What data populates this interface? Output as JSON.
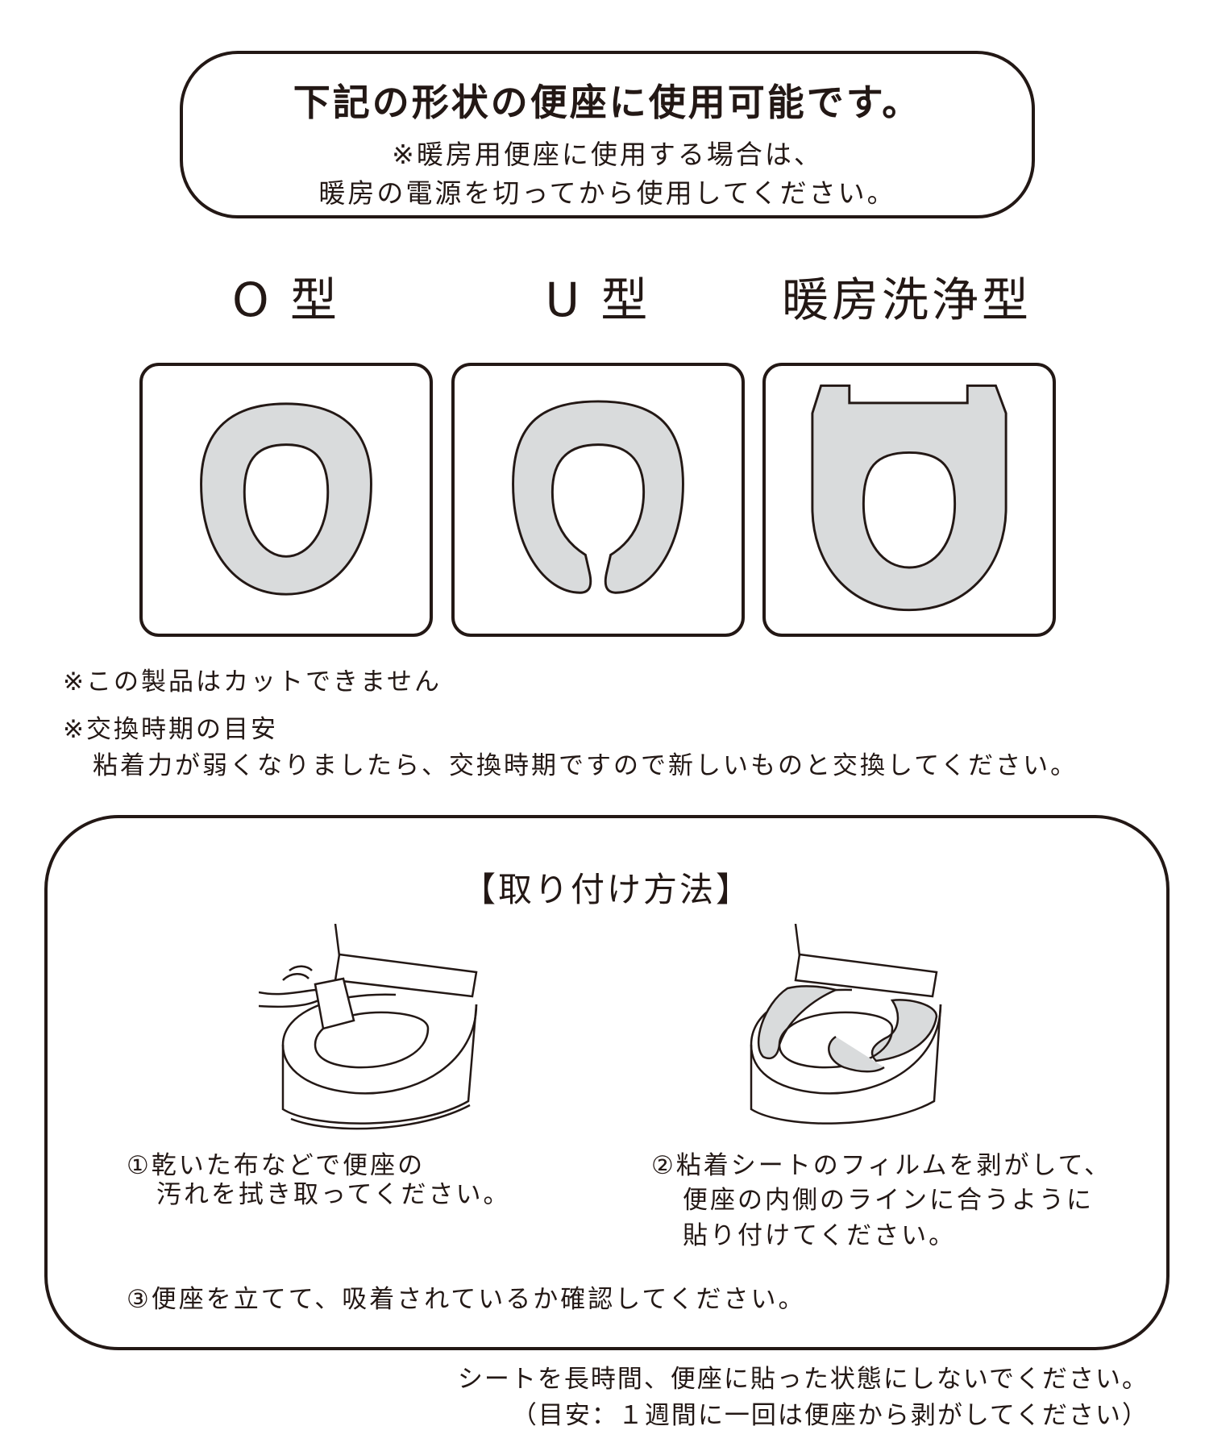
{
  "header": {
    "title": "下記の形状の便座に使用可能です。",
    "sub_line_1": "※暖房用便座に使用する場合は、",
    "sub_line_2": "暖房の電源を切ってから使用してください。"
  },
  "seat_types": [
    {
      "label": "O 型",
      "icon": "o-shape-seat-icon"
    },
    {
      "label": "U 型",
      "icon": "u-shape-seat-icon"
    },
    {
      "label": "暖房洗浄型",
      "icon": "heated-washlet-seat-icon"
    }
  ],
  "notes": {
    "cannot_cut": "※この製品はカットできません",
    "replacement_heading": "※交換時期の目安",
    "replacement_body": "粘着力が弱くなりましたら、交換時期ですので新しいものと交換してください。"
  },
  "installation": {
    "title": "【取り付け方法】",
    "step1_line1": "①乾いた布などで便座の",
    "step1_line2": "汚れを拭き取ってください。",
    "step2_line1": "②粘着シートのフィルムを剥がして、",
    "step2_line2": "便座の内側のラインに合うように",
    "step2_line3": "貼り付けてください。",
    "step3": "③便座を立てて、吸着されているか確認してください。"
  },
  "footer": {
    "line1": "シートを長時間、便座に貼った状態にしないでください。",
    "line2": "（目安：１週間に一回は便座から剥がしてください）"
  },
  "colors": {
    "ink": "#231815",
    "seat_fill": "#d9dbdc"
  }
}
